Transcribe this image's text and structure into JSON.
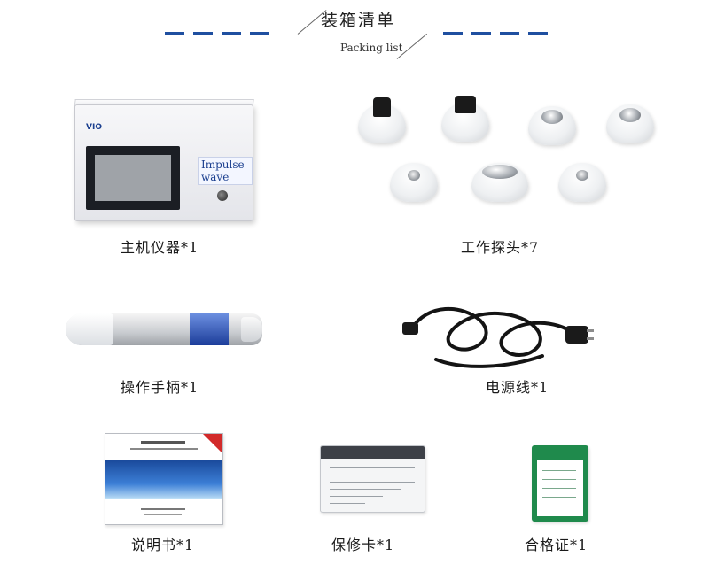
{
  "header": {
    "title_cn": "装箱清单",
    "title_en": "Packing list"
  },
  "items": [
    {
      "label": "主机仪器*1"
    },
    {
      "label": "工作探头*7"
    },
    {
      "label": "操作手柄*1"
    },
    {
      "label": "电源线*1"
    },
    {
      "label": "说明书*1"
    },
    {
      "label": "保修卡*1"
    },
    {
      "label": "合格证*1"
    }
  ],
  "device": {
    "brand_label": "Impulse wave",
    "logo": "VIO"
  },
  "colors": {
    "accent_blue": "#1f4fa0",
    "certificate_green": "#1f8a4c",
    "manual_red": "#d22a2a"
  },
  "icons": {
    "device": "main-unit-image",
    "heads": "probe-heads-image",
    "handpiece": "handpiece-image",
    "cable": "power-cable-image",
    "manual": "manual-image",
    "warranty": "warranty-card-image",
    "certificate": "certificate-image"
  }
}
